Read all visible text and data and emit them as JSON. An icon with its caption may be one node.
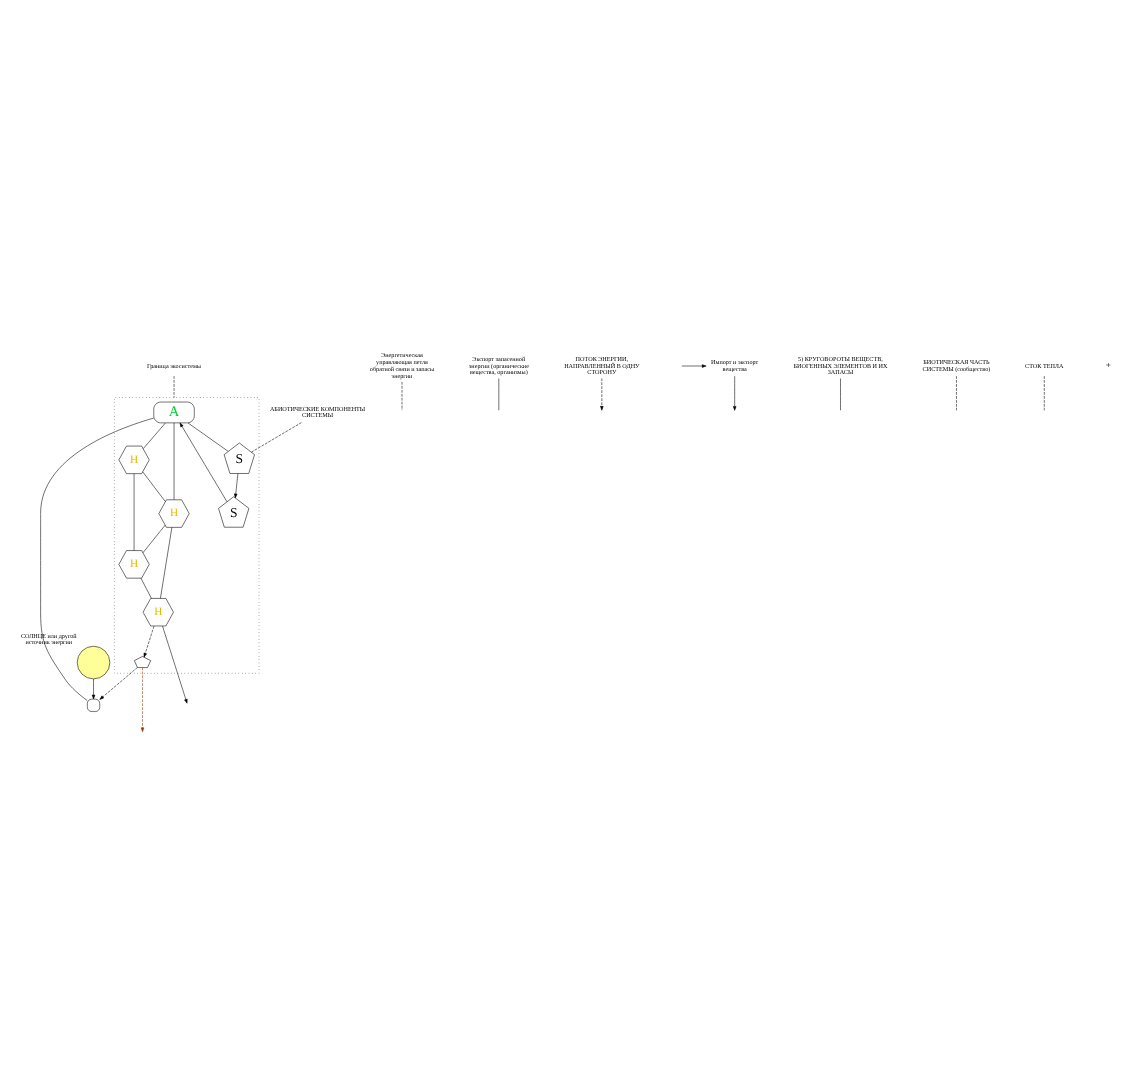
{
  "diagram": {
    "nodes": [
      {
        "text": [],
        "shape": "box"
      },
      {
        "text": [],
        "shape": "circle",
        "beside": [
          "СОЛНЦЕ или другой источник энергии"
        ]
      },
      {
        "text": [],
        "shape": "box"
      },
      {
        "text": [
          "A"
        ],
        "in": 0
      },
      {
        "text": [
          "H"
        ],
        "in": 0
      },
      {
        "text": [
          "H"
        ],
        "in": 0
      },
      {
        "text": [
          "H"
        ],
        "in": 0
      },
      {
        "text": [
          "H"
        ],
        "in": 0
      },
      {
        "text": [
          "S"
        ],
        "in": 0
      },
      {
        "text": [
          "S"
        ],
        "in": 0
      },
      {
        "text": [],
        "shape": "pentagon",
        "in": 0
      },
      {
        "text": [
          "Энергетическая управляющая петля обратной связи и запасы энергии"
        ]
      },
      {
        "text": [
          "Экспорт запасенной энергии (органические вещества, организмы)"
        ]
      },
      {
        "text": [
          "ПОТОК ЭНЕРГИИ, НАПРАВЛЕННЫЙ В ОДНУ СТОРОНУ"
        ]
      },
      {
        "text": [
          "Импорт и экспорт вещества"
        ]
      },
      {
        "text": [
          "5) КРУГОВОРОТЫ ВЕЩЕСТВ, БИОГЕННЫХ ЭЛЕМЕНТОВ И ИХ ЗАПАСЫ"
        ]
      },
      {
        "text": [
          "Граница экосистемы"
        ]
      },
      {
        "text": [
          "БИОТИЧЕСКАЯ ЧАСТЬ СИСТЕМЫ (сообщество)"
        ]
      },
      {
        "text": [
          "АБИОТИЧЕСКИЕ КОМПОНЕНТЫ СИСТЕМЫ"
        ]
      },
      {
        "text": [
          "СТОК ТЕПЛА"
        ]
      }
    ],
    "edges": [
      {
        "from": 1,
        "to": 2,
        "arrow": "to"
      },
      {
        "from": 2,
        "to": 3,
        "arrow": "none"
      },
      {
        "from": 3,
        "to": 4,
        "arrow": "none"
      },
      {
        "from": 4,
        "to": 5,
        "arrow": "none"
      },
      {
        "from": 5,
        "to": null,
        "arrow": "to"
      },
      {
        "from": 3,
        "to": 6,
        "arrow": "none"
      },
      {
        "from": 6,
        "to": 4,
        "arrow": "none"
      },
      {
        "from": 4,
        "to": 7,
        "arrow": "none"
      },
      {
        "from": 6,
        "to": 7,
        "arrow": "none"
      },
      {
        "from": 7,
        "to": 5,
        "arrow": "none"
      },
      {
        "from": 5,
        "to": 10,
        "arrow": "to",
        "style": "dashed"
      },
      {
        "from": 10,
        "to": 2,
        "arrow": "to",
        "style": "dashed"
      },
      {
        "from": 10,
        "to": null,
        "arrow": "to",
        "style": "dashed",
        "color": "#993300"
      },
      {
        "from": 8,
        "to": 3,
        "arrow": "to"
      },
      {
        "from": 3,
        "to": 9,
        "arrow": "none"
      },
      {
        "from": 9,
        "to": 8,
        "arrow": "to"
      },
      {
        "from": 11,
        "to": null,
        "arrow": "none",
        "style": "dashed"
      },
      {
        "from": 12,
        "to": null,
        "arrow": "none"
      },
      {
        "from": 13,
        "to": null,
        "arrow": "to",
        "style": "dashed"
      },
      {
        "from": 14,
        "to": null,
        "arrow": "to"
      },
      {
        "from": null,
        "to": 14,
        "arrow": "to"
      },
      {
        "from": 15,
        "to": null,
        "arrow": "none"
      },
      {
        "from": 16,
        "to": 0,
        "arrow": "none",
        "style": "dashed"
      },
      {
        "from": 17,
        "to": null,
        "arrow": "none",
        "style": "dashed"
      },
      {
        "from": 18,
        "to": 9,
        "arrow": "none",
        "style": "dashed"
      },
      {
        "from": 19,
        "to": null,
        "arrow": "none",
        "style": "dashed"
      }
    ],
    "labels": [
      "+"
    ]
  }
}
